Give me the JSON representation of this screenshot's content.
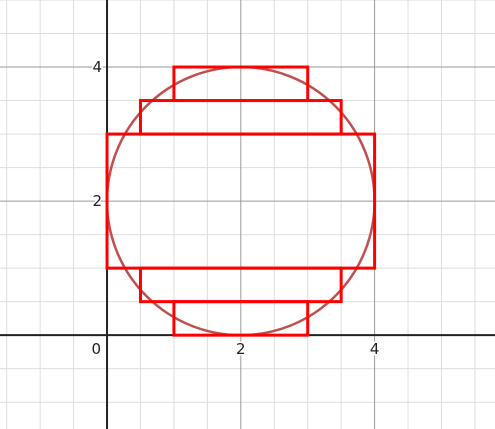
{
  "chart_data": {
    "type": "scatter",
    "title": "",
    "xlabel": "",
    "ylabel": "",
    "xlim": [
      -1.6,
      5.8
    ],
    "ylim": [
      -1.4,
      5.0
    ],
    "grid": true,
    "minor_grid_step": 0.5,
    "major_grid_step": 2,
    "x_tick_labels": [
      "0",
      "2",
      "4"
    ],
    "y_tick_labels": [
      "2",
      "4"
    ],
    "circle": {
      "center": [
        2,
        2
      ],
      "radius": 2,
      "color": "#c0504d"
    },
    "rectangles": [
      {
        "x": [
          1,
          3
        ],
        "y": [
          3.5,
          4
        ],
        "color": "#ff0000"
      },
      {
        "x": [
          0.5,
          3.5
        ],
        "y": [
          3,
          3.5
        ],
        "color": "#ff0000"
      },
      {
        "x": [
          0,
          4
        ],
        "y": [
          1,
          3
        ],
        "color": "#ff0000"
      },
      {
        "x": [
          0.5,
          3.5
        ],
        "y": [
          0.5,
          1
        ],
        "color": "#ff0000"
      },
      {
        "x": [
          1,
          3
        ],
        "y": [
          0,
          0.5
        ],
        "color": "#ff0000"
      }
    ]
  }
}
